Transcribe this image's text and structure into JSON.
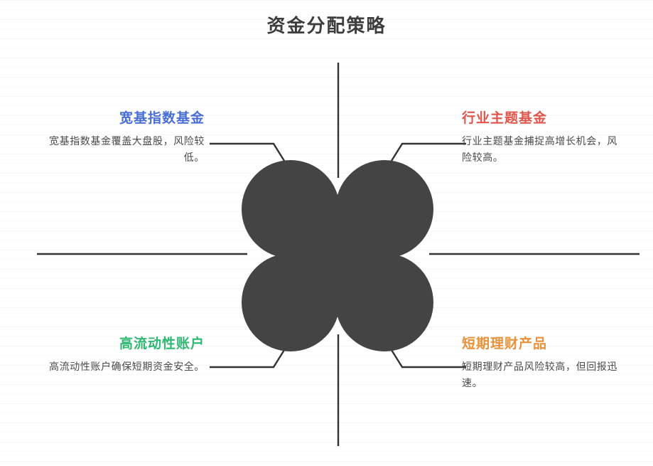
{
  "chart_data": {
    "type": "diagram",
    "diagram_style": "quatrefoil-four-quadrant",
    "title": "资金分配策略",
    "center_shape": "four-overlapping-circles-clover",
    "center_color": "#444444",
    "quadrants": [
      {
        "position": "top-left",
        "label": "宽基指数基金",
        "description": "宽基指数基金覆盖大盘股，风险较低。",
        "color": "#4a6fd4"
      },
      {
        "position": "top-right",
        "label": "行业主题基金",
        "description": "行业主题基金捕捉高增长机会，风险较高。",
        "color": "#e0564a"
      },
      {
        "position": "bottom-left",
        "label": "高流动性账户",
        "description": "高流动性账户确保短期资金安全。",
        "color": "#2eb872"
      },
      {
        "position": "bottom-right",
        "label": "短期理财产品",
        "description": "短期理财产品风险较高，但回报迅速。",
        "color": "#e8923a"
      }
    ],
    "axis_lines": {
      "vertical": true,
      "horizontal": true,
      "color": "#333333"
    },
    "grid": true,
    "legend": "none"
  },
  "header": {
    "title": "资金分配策略"
  },
  "nodes": {
    "top_left": {
      "label": "宽基指数基金",
      "description": "宽基指数基金覆盖大盘股，风险较低。",
      "color": "#4a6fd4"
    },
    "top_right": {
      "label": "行业主题基金",
      "description": "行业主题基金捕捉高增长机会，风险较高。",
      "color": "#e0564a"
    },
    "bottom_left": {
      "label": "高流动性账户",
      "description": "高流动性账户确保短期资金安全。",
      "color": "#2eb872"
    },
    "bottom_right": {
      "label": "短期理财产品",
      "description": "短期理财产品风险较高，但回报迅速。",
      "color": "#e8923a"
    }
  },
  "colors": {
    "center_shape": "#444444",
    "connector": "#333333",
    "title": "#3d3d3d",
    "description": "#4a4a4a",
    "background": "#ffffff",
    "gridline": "#f2f2f2"
  }
}
